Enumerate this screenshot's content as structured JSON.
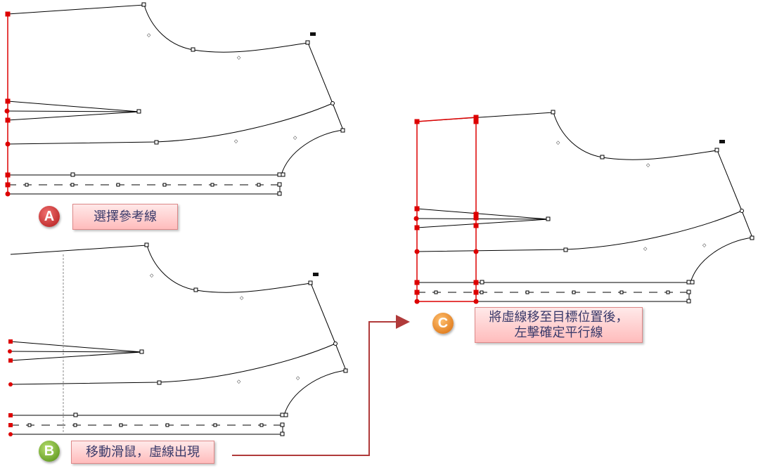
{
  "steps": [
    {
      "badge": "A",
      "label": "選擇參考線",
      "color": "#c62020"
    },
    {
      "badge": "B",
      "label": "移動滑鼠，虛線出現",
      "color": "#5a9a18"
    },
    {
      "badge": "C",
      "label_line1": "將虛線移至目標位置後，",
      "label_line2": "左擊確定平行線",
      "color": "#e07a10"
    }
  ],
  "colors": {
    "selection": "#dd0000",
    "arrow": "#b03a3a",
    "outline": "#000000",
    "preview": "#888888"
  }
}
